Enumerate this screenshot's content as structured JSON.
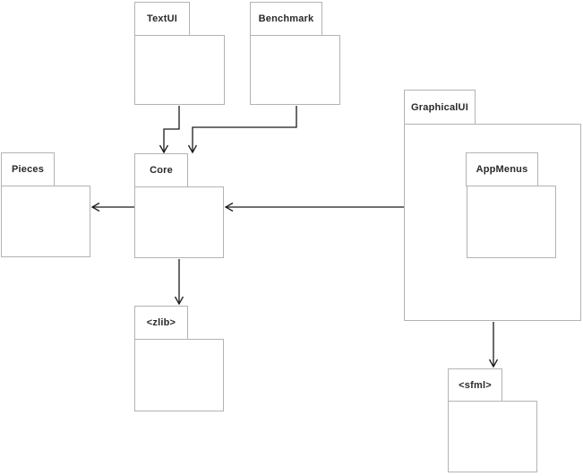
{
  "diagram": {
    "type": "uml-package-dependency-diagram",
    "packages": [
      {
        "id": "textui",
        "label": "TextUI"
      },
      {
        "id": "benchmark",
        "label": "Benchmark"
      },
      {
        "id": "graphicalui",
        "label": "GraphicalUI"
      },
      {
        "id": "appmenus",
        "label": "AppMenus",
        "contained_in": "graphicalui"
      },
      {
        "id": "pieces",
        "label": "Pieces"
      },
      {
        "id": "core",
        "label": "Core"
      },
      {
        "id": "zlib",
        "label": "<zlib>"
      },
      {
        "id": "sfml",
        "label": "<sfml>"
      }
    ],
    "edges": [
      {
        "from": "TextUI",
        "to": "Core",
        "style": "open-arrow"
      },
      {
        "from": "Benchmark",
        "to": "Core",
        "style": "open-arrow"
      },
      {
        "from": "Core",
        "to": "Pieces",
        "style": "open-arrow"
      },
      {
        "from": "GraphicalUI",
        "to": "Core",
        "style": "open-arrow"
      },
      {
        "from": "Core",
        "to": "<zlib>",
        "style": "open-arrow"
      },
      {
        "from": "GraphicalUI",
        "to": "<sfml>",
        "style": "open-arrow"
      }
    ],
    "colors": {
      "background": "#ffffff",
      "package_border": "#b3b3b3",
      "package_fill": "#ffffff",
      "label_text": "#2a2a2a",
      "arrow": "#1a1a1a"
    }
  }
}
